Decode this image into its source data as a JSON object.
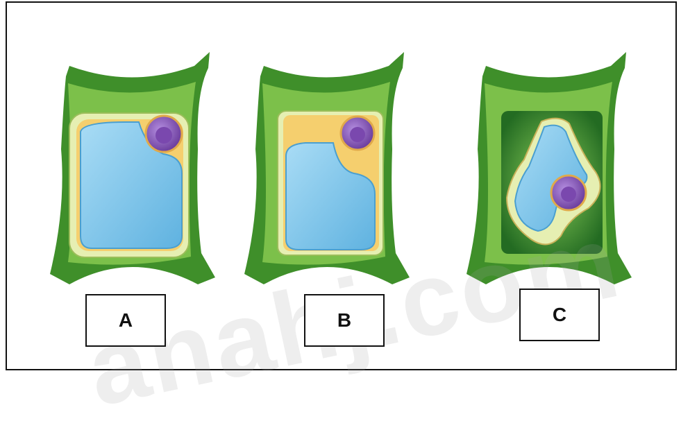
{
  "panels": [
    {
      "id": "a",
      "label": "A"
    },
    {
      "id": "b",
      "label": "B"
    },
    {
      "id": "c",
      "label": "C"
    }
  ],
  "watermark": "anahj.com",
  "colors": {
    "wall_dark": "#3f8f2a",
    "wall_light": "#7cc04a",
    "membrane": "#e6efb2",
    "cytoplasm": "#f5cf6e",
    "vacuole": "#7fc6ea",
    "nucleus": "#8a5ab8",
    "plasmolysis_space": "#2f7d2b"
  }
}
